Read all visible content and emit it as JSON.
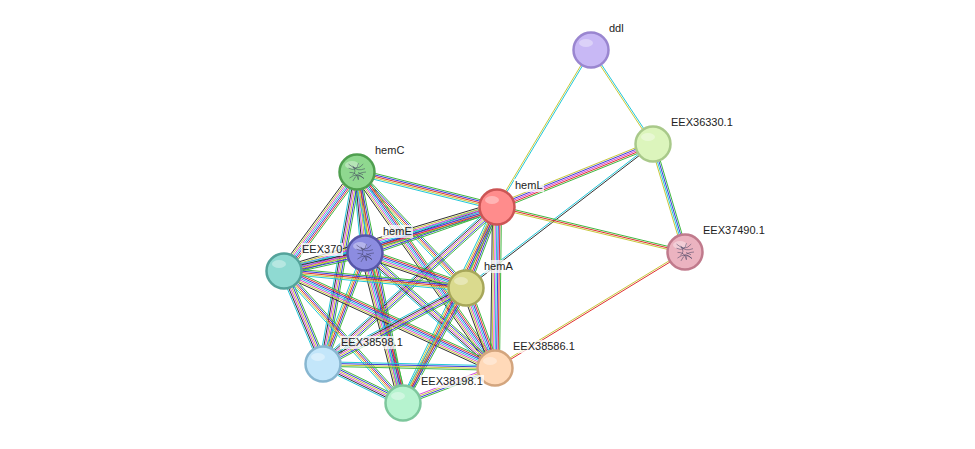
{
  "diagram": {
    "nodes": [
      {
        "text": [
          "ddl"
        ]
      },
      {
        "text": [
          "EEX36330.1"
        ]
      },
      {
        "text": [
          "hemC"
        ]
      },
      {
        "text": [
          "hemL"
        ]
      },
      {
        "text": [
          "EEX37490.1"
        ]
      },
      {
        "text": [
          "hemE"
        ]
      },
      {
        "text": [
          "EEX370"
        ]
      },
      {
        "text": [
          "hemA"
        ]
      },
      {
        "text": [
          "EEX38598.1"
        ]
      },
      {
        "text": [
          "EEX38586.1"
        ]
      },
      {
        "text": [
          "EEX38198.1"
        ]
      }
    ],
    "edges": [
      {
        "from": 0,
        "to": 1,
        "arrow": "none"
      },
      {
        "from": 0,
        "to": 3,
        "arrow": "none"
      },
      {
        "from": 1,
        "to": 3,
        "arrow": "none"
      },
      {
        "from": 1,
        "to": 4,
        "arrow": "none"
      },
      {
        "from": 1,
        "to": 7,
        "arrow": "none"
      },
      {
        "from": 3,
        "to": 4,
        "arrow": "none"
      },
      {
        "from": 4,
        "to": 9,
        "arrow": "none"
      },
      {
        "from": 2,
        "to": 3,
        "arrow": "none"
      },
      {
        "from": 2,
        "to": 5,
        "arrow": "none"
      },
      {
        "from": 2,
        "to": 6,
        "arrow": "none"
      },
      {
        "from": 2,
        "to": 7,
        "arrow": "none"
      },
      {
        "from": 2,
        "to": 8,
        "arrow": "none"
      },
      {
        "from": 2,
        "to": 9,
        "arrow": "none"
      },
      {
        "from": 2,
        "to": 10,
        "arrow": "none"
      },
      {
        "from": 3,
        "to": 5,
        "arrow": "none"
      },
      {
        "from": 3,
        "to": 6,
        "arrow": "none"
      },
      {
        "from": 3,
        "to": 7,
        "arrow": "none"
      },
      {
        "from": 3,
        "to": 8,
        "arrow": "none"
      },
      {
        "from": 3,
        "to": 9,
        "arrow": "none"
      },
      {
        "from": 3,
        "to": 10,
        "arrow": "none"
      },
      {
        "from": 5,
        "to": 6,
        "arrow": "none"
      },
      {
        "from": 5,
        "to": 7,
        "arrow": "none"
      },
      {
        "from": 5,
        "to": 8,
        "arrow": "none"
      },
      {
        "from": 5,
        "to": 9,
        "arrow": "none"
      },
      {
        "from": 5,
        "to": 10,
        "arrow": "none"
      },
      {
        "from": 6,
        "to": 7,
        "arrow": "none"
      },
      {
        "from": 6,
        "to": 8,
        "arrow": "none"
      },
      {
        "from": 6,
        "to": 9,
        "arrow": "none"
      },
      {
        "from": 6,
        "to": 10,
        "arrow": "none"
      },
      {
        "from": 7,
        "to": 8,
        "arrow": "none"
      },
      {
        "from": 7,
        "to": 9,
        "arrow": "none"
      },
      {
        "from": 7,
        "to": 10,
        "arrow": "none"
      },
      {
        "from": 8,
        "to": 10,
        "arrow": "none"
      },
      {
        "from": 9,
        "to": 10,
        "arrow": "none"
      },
      {
        "from": 8,
        "to": 9,
        "arrow": "none"
      }
    ]
  }
}
